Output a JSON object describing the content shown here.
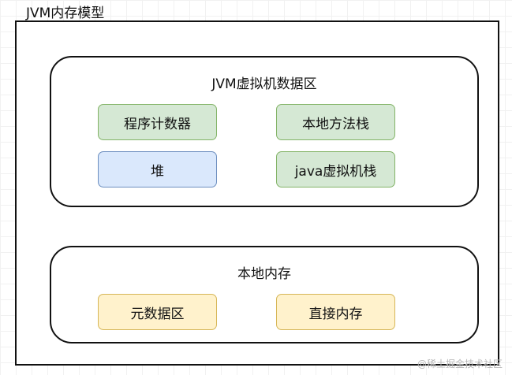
{
  "title": "JVM内存模型",
  "data_area": {
    "title": "JVM虚拟机数据区",
    "boxes": [
      "程序计数器",
      "本地方法栈",
      "堆",
      "java虚拟机栈"
    ]
  },
  "native_memory": {
    "title": "本地内存",
    "boxes": [
      "元数据区",
      "直接内存"
    ]
  },
  "watermark": "@稀土掘金技术社区",
  "colors": {
    "green_fill": "#d5e8d4",
    "green_border": "#82b366",
    "blue_fill": "#dae8fc",
    "blue_border": "#6c8ebf",
    "yellow_fill": "#fff2cc",
    "yellow_border": "#d6b656"
  }
}
